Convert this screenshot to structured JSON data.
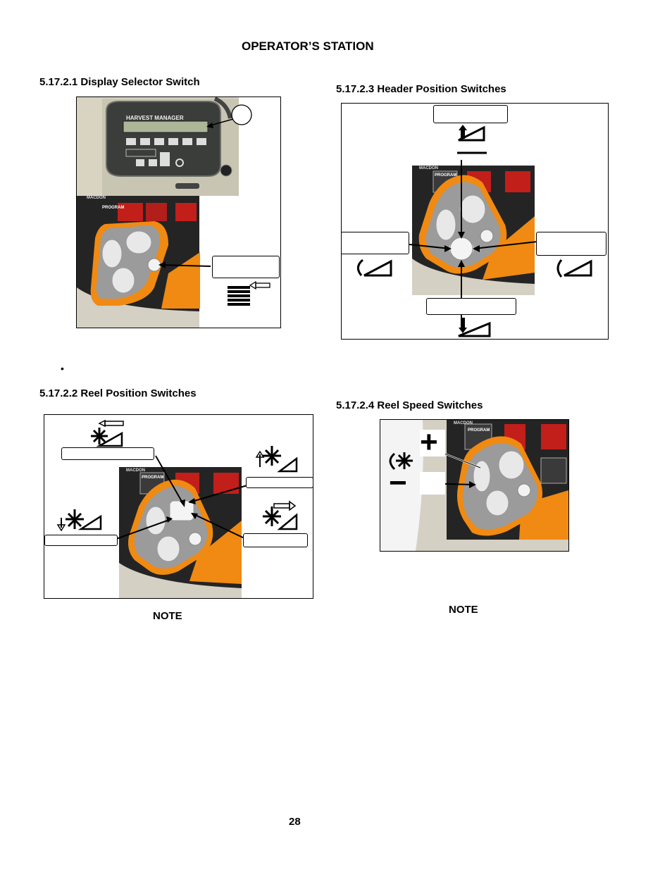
{
  "page": {
    "title": "OPERATOR’S STATION",
    "page_number": "28"
  },
  "sections": {
    "s1": {
      "heading": "5.17.2.1  Display Selector Switch",
      "display_brand": "HARVEST MANAGER",
      "callout": ""
    },
    "s2": {
      "heading": "5.17.2.2  Reel Position Switches",
      "note": "NOTE"
    },
    "s3": {
      "heading": "5.17.2.3  Header Position Switches"
    },
    "s4": {
      "heading": "5.17.2.4  Reel Speed Switches",
      "note": "NOTE",
      "plus": "+",
      "minus": "−"
    }
  },
  "handle": {
    "program_label": "PROGRAM",
    "brand_label": "MACDON"
  },
  "bullet": "•",
  "colors": {
    "handle_orange": "#f08a12",
    "panel_dark": "#2a2a2a",
    "button_red": "#c8201c",
    "plate_gray": "#9a9a9a"
  }
}
